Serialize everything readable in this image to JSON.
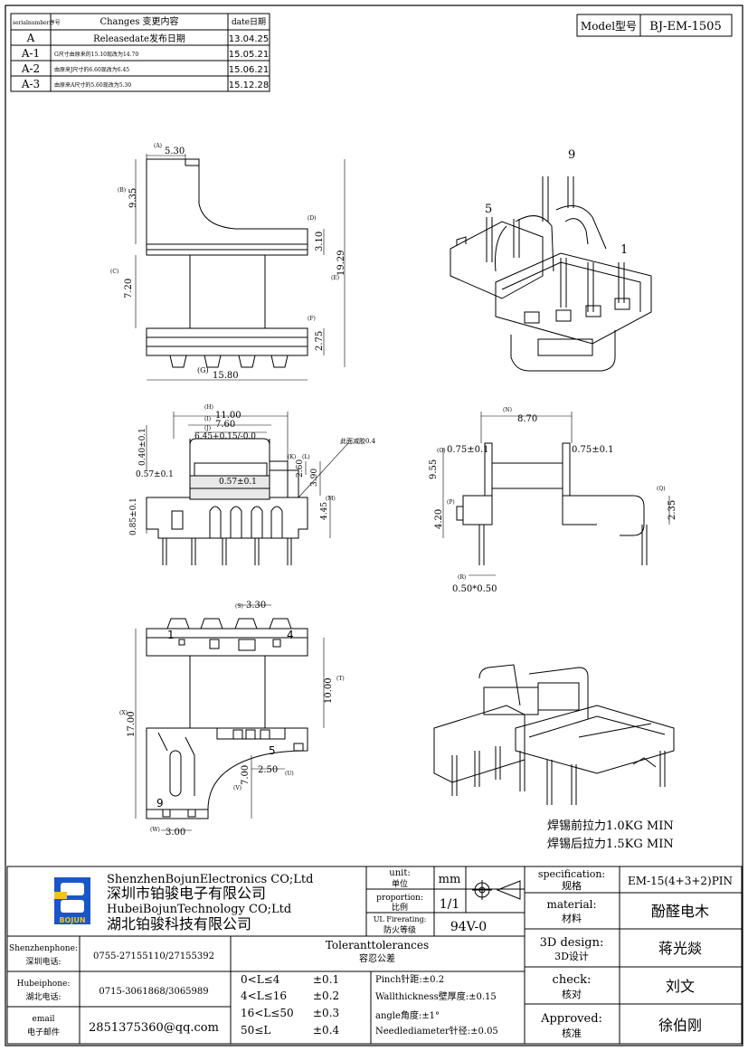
{
  "revision_table": {
    "headers": [
      "serialnumber序号",
      "Changes 变更内容",
      "date日期"
    ],
    "rows": [
      {
        "no": "A",
        "change": "Releasedate发布日期",
        "date": "13.04.25"
      },
      {
        "no": "A-1",
        "change": "G尺寸由原来的15.10现改为14.70",
        "date": "15.05.21"
      },
      {
        "no": "A-2",
        "change": "由原来J尺寸的6.60现改为6.45",
        "date": "15.06.21"
      },
      {
        "no": "A-3",
        "change": "由原来A尺寸的5.60现改为5.30",
        "date": "15.12.28"
      }
    ]
  },
  "model_box": {
    "label": "Model型号",
    "value": "BJ-EM-1505"
  },
  "front_view": {
    "dims": {
      "a_label": "(A)",
      "a": "5.30",
      "b_label": "(B)",
      "b": "9.35",
      "c_label": "(C)",
      "c": "7.20",
      "d_label": "(D)",
      "d": "3.10",
      "e_label": "(E)",
      "e": "19.29",
      "f_label": "(F)",
      "f": "2.75",
      "g_label": "(G)",
      "g": "15.80"
    }
  },
  "iso_top": {
    "pin9": "9",
    "pin5": "5",
    "pin1": "1"
  },
  "section_view": {
    "dims": {
      "h_label": "(H)",
      "h": "11.00",
      "i_label": "(I)",
      "i": "7.60",
      "j_label": "(J)",
      "j": "6.45+0.15/-0.0",
      "k_label": "(K)",
      "k": "2.60",
      "l_label": "(L)",
      "l": "3.90",
      "m_label": "(M)",
      "m": "4.45",
      "d040": "0.40±0.1",
      "d057a": "0.57±0.1",
      "d057b": "0.57±0.1",
      "d085": "0.85±0.1",
      "note": "此面减胶0.4"
    }
  },
  "side_view": {
    "dims": {
      "n_label": "(N)",
      "n": "8.70",
      "o_label": "(O)",
      "o": "0.75±0.1",
      "o2": "0.75±0.1",
      "h955": "9.55",
      "p_label": "(P)",
      "p": "4.20",
      "q_label": "(Q)",
      "q": "2.35",
      "r_label": "(R)",
      "r": "0.50*0.50"
    }
  },
  "bottom_view": {
    "pin1": "1",
    "pin4": "4",
    "pin5": "5",
    "pin9": "9",
    "dims": {
      "s_label": "(S)",
      "s": "3.30",
      "t_label": "(T)",
      "t": "10.00",
      "x_label": "(X)",
      "x": "17.00",
      "u_label": "(U)",
      "u": "2.50",
      "v_label": "(V)",
      "v": "7.00",
      "w_label": "(W)",
      "w": "3.00"
    }
  },
  "notes": {
    "line1": "焊锡前拉力1.0KG MIN",
    "line2": "焊锡后拉力1.5KG MIN"
  },
  "title_block": {
    "company_en1": "ShenzhenBojunElectronics CO;Ltd",
    "company_cn1": "深圳市铂骏电子有限公司",
    "company_en2": "HubeiBojunTechnology CO;Ltd",
    "company_cn2": "湖北铂骏科技有限公司",
    "logo_text": "BOJUN",
    "unit_label_en": "unit:",
    "unit_label_cn": "单位",
    "unit_value": "mm",
    "proportion_label_en": "proportion:",
    "proportion_label_cn": "比例",
    "proportion_value": "1/1",
    "ul_label_en": "UL Firerating:",
    "ul_label_cn": "防火等级",
    "ul_value": "94V-0",
    "spec_label_en": "specification:",
    "spec_label_cn": "规格",
    "spec_value": "EM-15(4+3+2)PIN",
    "material_label_en": "material:",
    "material_label_cn": "材料",
    "material_value": "酚醛电木",
    "design_label_en": "3D design:",
    "design_label_cn": "3D设计",
    "design_value": "蒋光燚",
    "check_label_en": "check:",
    "check_label_cn": "核对",
    "check_value": "刘文",
    "approved_label_en": "Approved:",
    "approved_label_cn": "核准",
    "approved_value": "徐伯刚",
    "sz_phone_label_en": "Shenzhenphone:",
    "sz_phone_label_cn": "深圳电话:",
    "sz_phone_value": "0755-27155110/27155392",
    "hb_phone_label_en": "Hubeiphone:",
    "hb_phone_label_cn": "湖北电话:",
    "hb_phone_value": "0715-3061868/3065989",
    "email_label_en": "email",
    "email_label_cn": "电子邮件",
    "email_value": "2851375360@qq.com",
    "tol_title_en": "Toleranttolerances",
    "tol_title_cn": "容忍公差",
    "tol_rows": [
      {
        "range": "0<L≤4",
        "tol": "±0.1"
      },
      {
        "range": "4<L≤16",
        "tol": "±0.2"
      },
      {
        "range": "16<L≤50",
        "tol": "±0.3"
      },
      {
        "range": "50≤L",
        "tol": "±0.4"
      }
    ],
    "pinch": "Pinch针距:±0.2",
    "wall": "Wallthickness壁厚度:±0.15",
    "angle": "angle角度:±1°",
    "needle": "Needlediameter针径:±0.05"
  },
  "colors": {
    "logo_blue": "#1a56c8",
    "logo_yellow": "#f0c419",
    "line": "#000000"
  }
}
